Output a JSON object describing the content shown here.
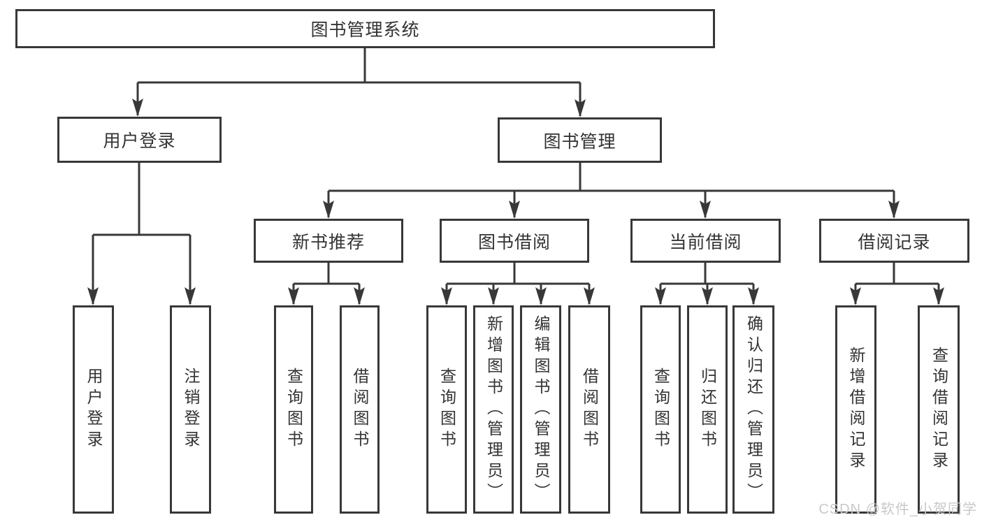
{
  "colors": {
    "line": "#383838",
    "node_border": "#383838",
    "node_text": "#333333",
    "background": "#ffffff",
    "watermark": "#c9c9c9"
  },
  "tree": {
    "root": {
      "label": "图书管理系统"
    },
    "login": {
      "label": "用户登录",
      "children": {
        "userLogin": {
          "label": "用户登录"
        },
        "logout": {
          "label": "注销登录"
        }
      }
    },
    "mgmt": {
      "label": "图书管理",
      "children": {
        "newBooks": {
          "label": "新书推荐",
          "children": {
            "query": {
              "label": "查询图书"
            },
            "borrow": {
              "label": "借阅图书"
            }
          }
        },
        "borrowing": {
          "label": "图书借阅",
          "children": {
            "query": {
              "label": "查询图书"
            },
            "add": {
              "label": "新增图书（管理员）"
            },
            "edit": {
              "label": "编辑图书（管理员）"
            },
            "borrow": {
              "label": "借阅图书"
            }
          }
        },
        "current": {
          "label": "当前借阅",
          "children": {
            "query": {
              "label": "查询图书"
            },
            "return": {
              "label": "归还图书"
            },
            "confirm": {
              "label": "确认归还（管理员）"
            }
          }
        },
        "records": {
          "label": "借阅记录",
          "children": {
            "add": {
              "label": "新增借阅记录"
            },
            "query": {
              "label": "查询借阅记录"
            }
          }
        }
      }
    }
  },
  "watermark": {
    "text": "CSDN @软件_小贺同学"
  }
}
